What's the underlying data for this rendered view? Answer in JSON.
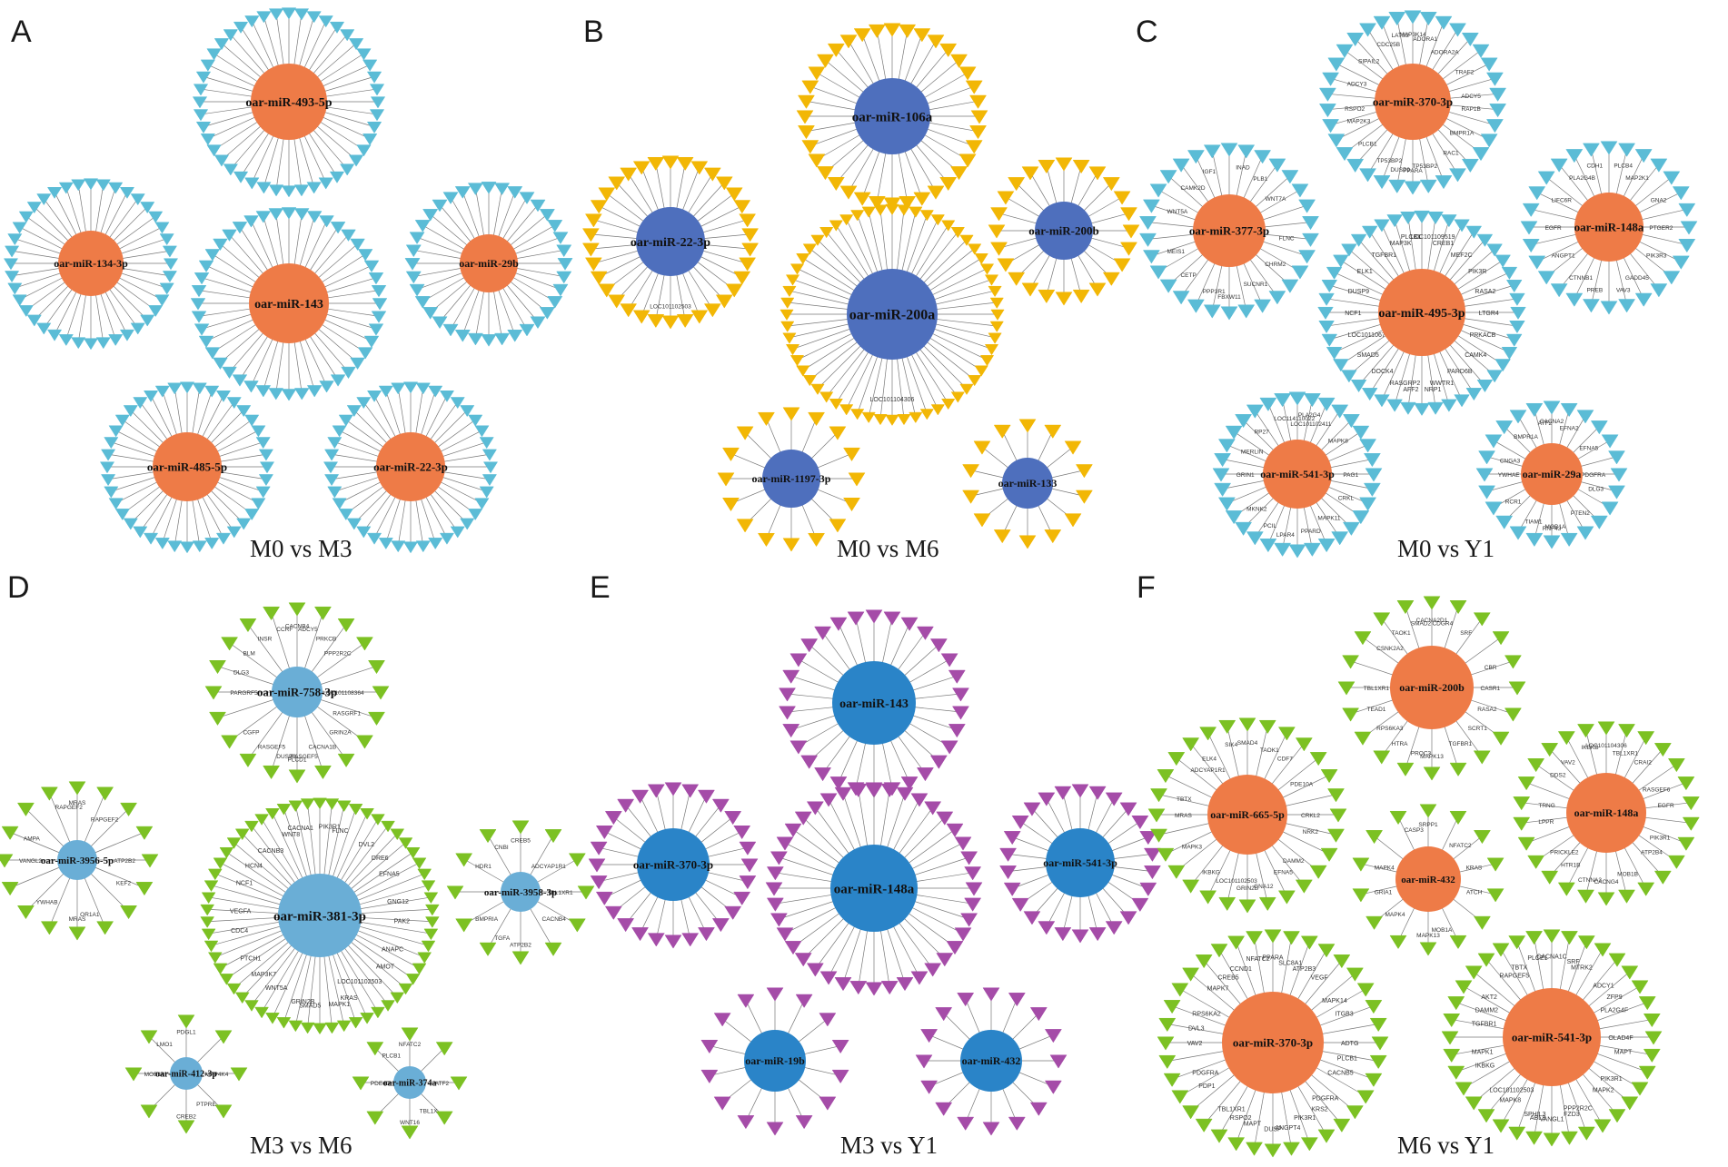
{
  "colors": {
    "cyan": "#5bbcd6",
    "yellow": "#f2b705",
    "green": "#7cc123",
    "purple": "#a54ca8",
    "orange": "#ee7b47",
    "blue_dark": "#4e6fbd",
    "blue_mid": "#2a84c8",
    "blue_light": "#6aaed6",
    "edge": "#777777"
  },
  "panels": [
    {
      "letter": "A",
      "title": "M0 vs M3",
      "networks": [
        {
          "mirna": "oar-miR-493-5p",
          "hub": "orange",
          "targets": "cyan",
          "n": 44
        },
        {
          "mirna": "oar-miR-134-3p",
          "hub": "orange",
          "targets": "cyan",
          "n": 40
        },
        {
          "mirna": "oar-miR-143",
          "hub": "orange",
          "targets": "cyan",
          "n": 44
        },
        {
          "mirna": "oar-miR-29b",
          "hub": "orange",
          "targets": "cyan",
          "n": 36
        },
        {
          "mirna": "oar-miR-485-5p",
          "hub": "orange",
          "targets": "cyan",
          "n": 40
        },
        {
          "mirna": "oar-miR-22-3p",
          "hub": "orange",
          "targets": "cyan",
          "n": 40
        }
      ]
    },
    {
      "letter": "B",
      "title": "M0 vs M6",
      "networks": [
        {
          "mirna": "oar-miR-106a",
          "hub": "blue_dark",
          "targets": "yellow",
          "n": 36
        },
        {
          "mirna": "oar-miR-22-3p",
          "hub": "blue_dark",
          "targets": "yellow",
          "n": 34,
          "labels": [
            "LOC101102503"
          ]
        },
        {
          "mirna": "oar-miR-200a",
          "hub": "blue_dark",
          "targets": "yellow",
          "n": 56,
          "labels": [
            "LOC101104306"
          ]
        },
        {
          "mirna": "oar-miR-200b",
          "hub": "blue_dark",
          "targets": "yellow",
          "n": 24
        },
        {
          "mirna": "oar-miR-1197-3p",
          "hub": "blue_dark",
          "targets": "yellow",
          "n": 16
        },
        {
          "mirna": "oar-miR-133",
          "hub": "blue_dark",
          "targets": "yellow",
          "n": 14
        }
      ]
    },
    {
      "letter": "C",
      "title": "M0 vs Y1",
      "networks": [
        {
          "mirna": "oar-miR-370-3p",
          "hub": "orange",
          "targets": "cyan",
          "n": 34,
          "labels": [
            "MAP3K14",
            "ADORA1",
            "ADORA2A",
            "TRAF2",
            "ADCY5",
            "RAP1B",
            "BMPR1A",
            "RAC1",
            "TP53BP2",
            "PPARA",
            "DUSP9",
            "TP53BP2",
            "PLCB1",
            "MAP2K3",
            "RSPO2",
            "ADCY3",
            "SIPAIL2",
            "CDC25B",
            "LATS2"
          ]
        },
        {
          "mirna": "oar-miR-377-3p",
          "hub": "orange",
          "targets": "cyan",
          "n": 30,
          "labels": [
            "INAD",
            "PLB1",
            "WNT7A",
            "FLNC",
            "CHRM2",
            "SUCNR1",
            "FBXW11",
            "PPP3R1",
            "CETP",
            "MEIS1",
            "WNT5A",
            "CAMK2D",
            "IGF1"
          ]
        },
        {
          "mirna": "oar-miR-148a",
          "hub": "orange",
          "targets": "cyan",
          "n": 28,
          "labels": [
            "PLCB4",
            "MAP2K1",
            "GNA2",
            "PTGER2",
            "PIK3R3",
            "GADD45",
            "VAV3",
            "PREB",
            "CTNNB1",
            "ANGPT1",
            "EGFR",
            "LIFC6R",
            "PLA2G4B",
            "CDH1"
          ]
        },
        {
          "mirna": "oar-miR-495-3p",
          "hub": "orange",
          "targets": "cyan",
          "n": 44,
          "labels": [
            "LOC101109519",
            "CREB1",
            "MEF2C",
            "PIK3R",
            "RASA2",
            "LTGR4",
            "PRKACB",
            "CAMK4",
            "PARD6B",
            "WWTR1",
            "NRP1",
            "AFF2",
            "RASGRP2",
            "DOCK4",
            "SMAD5",
            "LOC101106781",
            "NCF1",
            "DUSP9",
            "ELK1",
            "TGFBR1",
            "MAP3K",
            "PLCB1"
          ]
        },
        {
          "mirna": "oar-miR-541-3p",
          "hub": "orange",
          "targets": "cyan",
          "n": 32,
          "labels": [
            "PLA2G4",
            "LOC101102411",
            "MAPK8",
            "PAG1",
            "CRKL",
            "MAPK11",
            "PPARD",
            "LPAR4",
            "PCIL",
            "MKNK2",
            "GRIN1",
            "MERLIN",
            "RP27",
            "LOC114110022"
          ]
        },
        {
          "mirna": "oar-miR-29a",
          "hub": "orange",
          "targets": "cyan",
          "n": 24,
          "labels": [
            "CACNA2",
            "EFNA2",
            "EFNA5",
            "PDGFRA",
            "DLG3",
            "PTEN2",
            "MOB1A",
            "RNF43",
            "TIAM1",
            "RCR1",
            "YWHAE",
            "CNGA3",
            "BMPR1A",
            "ATF2"
          ]
        }
      ]
    },
    {
      "letter": "D",
      "title": "M3 vs M6",
      "networks": [
        {
          "mirna": "oar-miR-758-3p",
          "hub": "blue_light",
          "targets": "green",
          "n": 20,
          "labels": [
            "CACNB4",
            "ADCY5",
            "PRKCB",
            "PPP2R2C",
            "LOC101108364",
            "RASGRF1",
            "GRIN2A",
            "CACNA1B",
            "RASGEF5",
            "PLCD1",
            "DUSP3",
            "RASGEF5",
            "CGFP",
            "PARGRF5",
            "DLG3",
            "BLM",
            "INSR",
            "CCRF"
          ]
        },
        {
          "mirna": "oar-miR-3956-5p",
          "hub": "blue_light",
          "targets": "green",
          "n": 16,
          "labels": [
            "MRAS",
            "RAPGEF2",
            "ATP2B2",
            "KEF2",
            "OR1A1",
            "MRAS",
            "YWHAB",
            "VANGL2",
            "AMPA",
            "RAPGEF2"
          ]
        },
        {
          "mirna": "oar-miR-381-3p",
          "hub": "blue_light",
          "targets": "green",
          "n": 58,
          "labels": [
            "PIK3R1",
            "FLNC",
            "DVL2",
            "DRE6",
            "EFNA5",
            "GNG12",
            "PAK2",
            "ANAPC",
            "AMOT",
            "LOC101102503",
            "KRAS",
            "MAPK1",
            "SMAD5",
            "GRIN2B",
            "WNT5A",
            "MAP3K7",
            "PTCH1",
            "CDC4",
            "VEGFA",
            "NCF1",
            "HCN4",
            "CACNB3",
            "WNT8",
            "CACNA1"
          ]
        },
        {
          "mirna": "oar-miR-3958-3p",
          "hub": "blue_light",
          "targets": "green",
          "n": 12,
          "labels": [
            "CREB5",
            "ADCYAP1R1",
            "TBL1XR1",
            "CACNB4",
            "ATP2B2",
            "TGFA",
            "BMPRIA",
            "HDR1",
            "CNBI"
          ]
        },
        {
          "mirna": "oar-miR-412-3p",
          "hub": "blue_light",
          "targets": "green",
          "n": 8,
          "labels": [
            "PDGL1",
            "MAP4K4",
            "PTPRE",
            "CREB2",
            "MOB1A",
            "LMO1"
          ]
        },
        {
          "mirna": "oar-miR-374a",
          "hub": "blue_light",
          "targets": "green",
          "n": 8,
          "labels": [
            "NFATC2",
            "ATF2",
            "TBL1X",
            "WNT16",
            "PDE4D",
            "PLCB1"
          ]
        }
      ]
    },
    {
      "letter": "E",
      "title": "M3 vs Y1",
      "networks": [
        {
          "mirna": "oar-miR-143",
          "hub": "blue_mid",
          "targets": "purple",
          "n": 30
        },
        {
          "mirna": "oar-miR-370-3p",
          "hub": "blue_mid",
          "targets": "purple",
          "n": 28
        },
        {
          "mirna": "oar-miR-148a",
          "hub": "blue_mid",
          "targets": "purple",
          "n": 40
        },
        {
          "mirna": "oar-miR-541-3p",
          "hub": "blue_mid",
          "targets": "purple",
          "n": 26
        },
        {
          "mirna": "oar-miR-19b",
          "hub": "blue_mid",
          "targets": "purple",
          "n": 14
        },
        {
          "mirna": "oar-miR-432",
          "hub": "blue_mid",
          "targets": "purple",
          "n": 16
        }
      ]
    },
    {
      "letter": "F",
      "title": "M6 vs Y1",
      "networks": [
        {
          "mirna": "oar-miR-200b",
          "hub": "orange",
          "targets": "green",
          "n": 20,
          "labels": [
            "CACNA2D1",
            "CDGR4",
            "SRF",
            "CBR",
            "CASR1",
            "RASA2",
            "SCRT1",
            "TGFBR1",
            "MAPK13",
            "PROC3",
            "HTRA",
            "RPS6KA3",
            "TEAD1",
            "TBL1XR1",
            "CSNK2A2",
            "TAOK1",
            "SMAD2"
          ]
        },
        {
          "mirna": "oar-miR-665-5p",
          "hub": "orange",
          "targets": "green",
          "n": 28,
          "labels": [
            "SMAD4",
            "TAOK1",
            "CDF7",
            "PDE10A",
            "CRKL2",
            "NRK2",
            "DAMM2",
            "EFNA5",
            "GNA12",
            "GRIN2B",
            "LOC101102503",
            "IKBKG",
            "MAPK3",
            "MRAS",
            "TBTX",
            "ADCYAP1R1",
            "ELK4",
            "SIK4"
          ]
        },
        {
          "mirna": "oar-miR-148a",
          "hub": "orange",
          "targets": "green",
          "n": 26,
          "labels": [
            "LOC101104306",
            "TBL1XR1",
            "CRAI2",
            "RASGEF6",
            "EGFR",
            "PIK3R1",
            "ATP2B4",
            "MOB1B",
            "CACNG4",
            "CTNNA3",
            "HTR1B",
            "PRICKLE2",
            "LPPR",
            "TRNG",
            "DDS2",
            "VAV2",
            "IKBKB"
          ]
        },
        {
          "mirna": "oar-miR-432",
          "hub": "orange",
          "targets": "green",
          "n": 14,
          "labels": [
            "SRPP1",
            "NFATC2",
            "KRAS",
            "ATCH",
            "MOB1A",
            "MAPK13",
            "MAPK4",
            "GRIA1",
            "MAPK4",
            "CASP3"
          ]
        },
        {
          "mirna": "oar-miR-370-3p",
          "hub": "orange",
          "targets": "green",
          "n": 36,
          "labels": [
            "PPARA",
            "SLC8A1",
            "ATP2B3",
            "VEGF",
            "MAPK14",
            "ITGB3",
            "ADTG",
            "PLCB1",
            "CACNB5",
            "PDGFRA",
            "KRS2",
            "PIK3R1",
            "ANGPT4",
            "DUSP",
            "MAPT",
            "RSPO2",
            "TBL1XR1",
            "PDP1",
            "PDGFRA",
            "VAV2",
            "DVL3",
            "RPS6KA2",
            "MAPK7",
            "CREB5",
            "CCND1",
            "NFATC2"
          ]
        },
        {
          "mirna": "oar-miR-541-3p",
          "hub": "orange",
          "targets": "green",
          "n": 36,
          "labels": [
            "CACNA1C",
            "SRF",
            "MTRK2",
            "ADCY1",
            "ZFP9",
            "PLA2G4F",
            "OLAD4F",
            "MAPT",
            "PIK3R1",
            "MAPK2",
            "PPP2R2C",
            "FZD3",
            "VANGL1",
            "ABL3",
            "SPHIL3",
            "MAPK8",
            "LOC101102503",
            "IKBKG",
            "MAPK1",
            "TGFBR1",
            "DAMM2",
            "AKT2",
            "RAPGEF5",
            "TBTX",
            "PLCE1"
          ]
        }
      ]
    }
  ]
}
